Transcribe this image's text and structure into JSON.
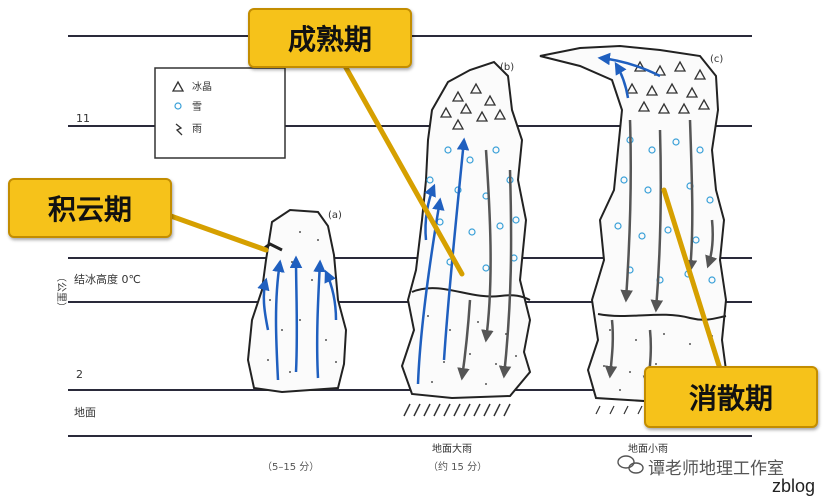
{
  "legend": {
    "ice": "冰晶",
    "snow": "雪",
    "rain": "雨"
  },
  "axis": {
    "tick_top": "11",
    "tick_bottom": "2",
    "unit": "（公里）",
    "freezing_level": "结冰高度 0℃",
    "ground": "地面"
  },
  "stages": [
    {
      "id": "(a)",
      "duration": "（5–15 分）",
      "ground_label": ""
    },
    {
      "id": "(b)",
      "duration": "（约 15 分）",
      "ground_label": "地面大雨"
    },
    {
      "id": "(c)",
      "duration": "",
      "ground_label": "地面小雨"
    }
  ],
  "callouts": {
    "cumulus": "积云期",
    "mature": "成熟期",
    "dissipating": "消散期"
  },
  "watermark": {
    "studio": "谭老师地理工作室",
    "blog": "zblog"
  },
  "colors": {
    "callout_fill": "#f6c21a",
    "updraft": "#1f5fbf",
    "downdraft": "#555555",
    "snow": "#3aa0d8"
  }
}
